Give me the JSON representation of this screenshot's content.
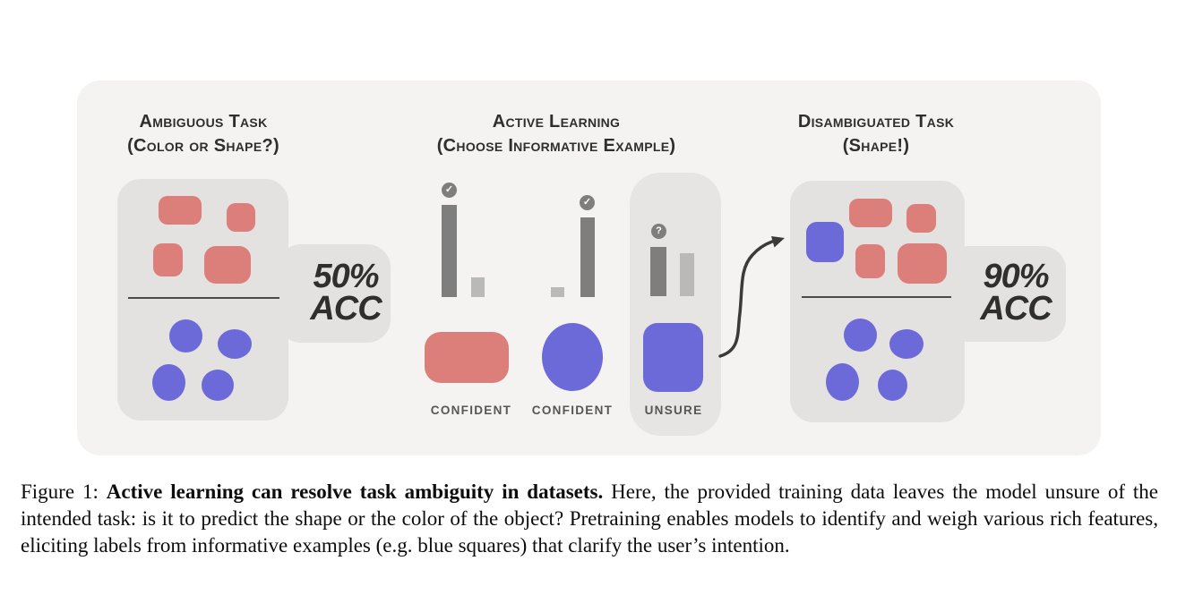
{
  "figure": {
    "left_panel": {
      "title_line1": "Ambiguous Task",
      "title_line2": "(Color or Shape?)",
      "accuracy_line1": "50%",
      "accuracy_line2": "ACC"
    },
    "middle_panel": {
      "title_line1": "Active Learning",
      "title_line2": "(Choose Informative Example)",
      "examples": [
        {
          "label": "CONFIDENT",
          "shape": "red-rounded-rectangle",
          "icon": "check",
          "bars_relative": [
            1.0,
            0.21
          ]
        },
        {
          "label": "CONFIDENT",
          "shape": "blue-circle",
          "icon": "check",
          "bars_relative": [
            0.11,
            0.86
          ]
        },
        {
          "label": "UNSURE",
          "shape": "blue-rounded-square",
          "icon": "question",
          "bars_relative": [
            0.53,
            0.47
          ]
        }
      ]
    },
    "right_panel": {
      "title_line1": "Disambiguated Task",
      "title_line2": "(Shape!)",
      "accuracy_line1": "90%",
      "accuracy_line2": "ACC"
    },
    "icons": {
      "check": "✓",
      "question": "?"
    }
  },
  "caption": {
    "prefix": "Figure 1: ",
    "bold": "Active learning can resolve task ambiguity in datasets.",
    "body": " Here, the provided training data leaves the model unsure of the intended task: is it to predict the shape or the color of the object? Pretraining enables models to identify and weigh various rich features, eliciting labels from informative examples (e.g. blue squares) that clarify the user’s intention."
  },
  "colors": {
    "red_shape": "#dc7e79",
    "blue_shape": "#6c6ad8",
    "figure_background": "#f4f3f2",
    "panel_background": "#e4e2e0",
    "highlight_background": "#e6e5e3",
    "dark_bar": "#7e7e7e",
    "light_bar": "#b9b9b9",
    "accuracy_text": "#2f2f2f",
    "caption_text": "#0d0d0d"
  }
}
